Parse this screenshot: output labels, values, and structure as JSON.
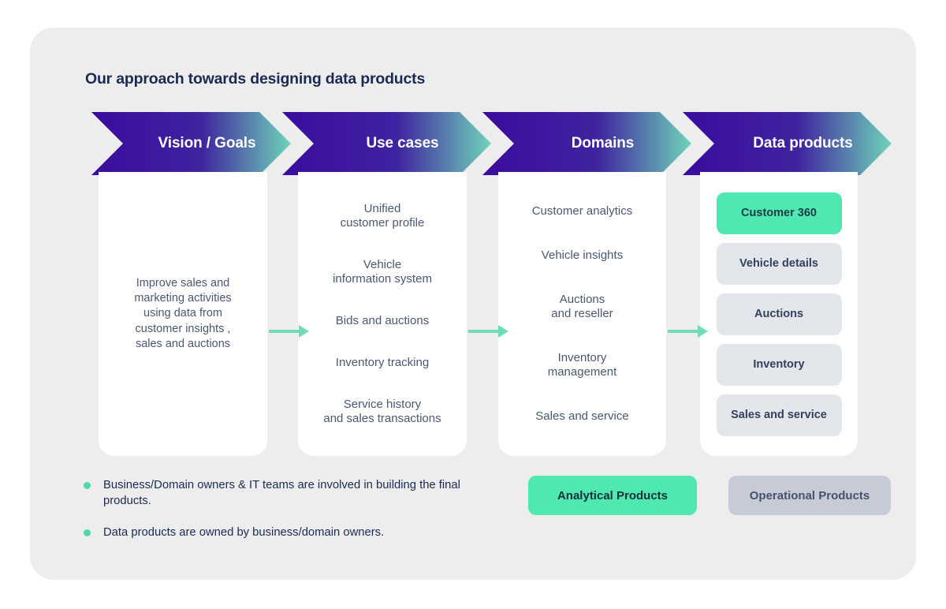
{
  "page": {
    "title": "Our approach towards designing data products",
    "background": "#ededed",
    "accent_green": "#4fe8b0",
    "accent_purple": "#3a0c9e",
    "accent_teal": "#6fd0bf",
    "text_navy": "#1b2a54",
    "text_slate": "#4a5871"
  },
  "stages": [
    {
      "id": "vision-goals",
      "label": "Vision / Goals"
    },
    {
      "id": "use-cases",
      "label": "Use cases"
    },
    {
      "id": "domains",
      "label": "Domains"
    },
    {
      "id": "data-products",
      "label": "Data products"
    }
  ],
  "columns": {
    "vision_goals": {
      "items": [
        "Improve sales and\nmarketing activities\nusing data from\ncustomer insights ,\nsales and auctions"
      ]
    },
    "use_cases": {
      "items": [
        "Unified\ncustomer profile",
        "Vehicle\ninformation system",
        "Bids and auctions",
        "Inventory tracking",
        "Service history\nand sales transactions"
      ]
    },
    "domains": {
      "items": [
        "Customer analytics",
        "Vehicle insights",
        "Auctions\nand reseller",
        "Inventory\nmanagement",
        "Sales and service"
      ]
    },
    "data_products": {
      "items": [
        {
          "label": "Customer 360",
          "style": "green"
        },
        {
          "label": "Vehicle details",
          "style": "grey"
        },
        {
          "label": "Auctions",
          "style": "grey"
        },
        {
          "label": "Inventory",
          "style": "grey"
        },
        {
          "label": "Sales and service",
          "style": "grey"
        }
      ]
    }
  },
  "notes": [
    "Business/Domain owners & IT teams are involved in building the final products.",
    "Data products are owned by business/domain owners."
  ],
  "legend": {
    "analytical": "Analytical Products",
    "operational": "Operational Products"
  }
}
